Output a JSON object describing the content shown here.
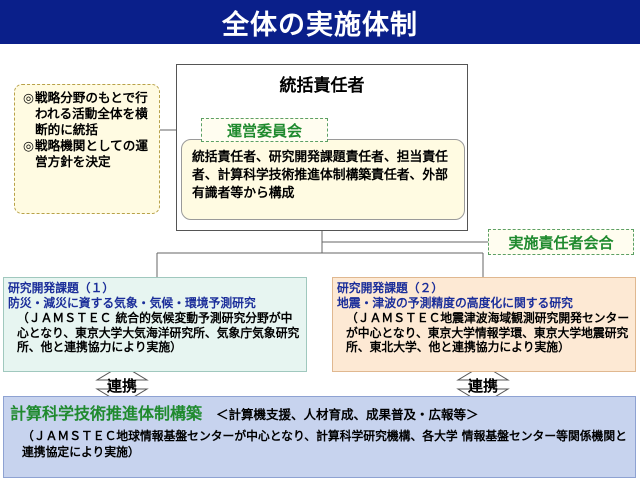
{
  "title": "全体の実施体制",
  "note": {
    "items": [
      {
        "mark": "◎",
        "text": "戦略分野のもとで行われる活動全体を横断的に統括"
      },
      {
        "mark": "◎",
        "text": "戦略機関としての運営方針を決定"
      }
    ]
  },
  "top": {
    "title": "統括責任者",
    "committee": "運営委員会",
    "members": "統括責任者、研究開発課題責任者、担当責任者、計算科学技術推進体制構築責任者、外部有識者等から構成"
  },
  "council": "実施責任者会合",
  "projects": [
    {
      "head1": "研究開発課題（１）",
      "head2": "防災・減災に資する気象・気候・環境予測研究",
      "desc": "（ＪＡＭＳＴＥＣ 統合的気候変動予測研究分野が中心となり、東京大学大気海洋研究所、気象庁気象研究所、他と連携協力により実施）"
    },
    {
      "head1": "研究開発課題（２）",
      "head2": "地震・津波の予測精度の高度化に関する研究",
      "desc": "（ＪＡＭＳＴＥＣ地震津波海域観測研究開発センターが中心となり、東京大学情報学環、東京大学地震研究所、東北大学、他と連携協力により実施）"
    }
  ],
  "cooperation": "連携",
  "bottom": {
    "title": "計算科学技術推進体制構築",
    "subtitle": "＜計算機支援、人材育成、成果普及・広報等＞",
    "desc": "（ＪＡＭＳＴＥＣ地球情報基盤センターが中心となり、計算科学研究機構、各大学 情報基盤センター等関係機関と連携協定により実施）"
  },
  "colors": {
    "title_bar": "#0a1f8a",
    "accent_green": "#1f8a2e",
    "heading_blue": "#1b2e9a",
    "note_fill": "#fffbe2",
    "project1_fill": "#e7f5f1",
    "project2_fill": "#fde9d4",
    "bottom_fill": "#c7d3ee"
  }
}
